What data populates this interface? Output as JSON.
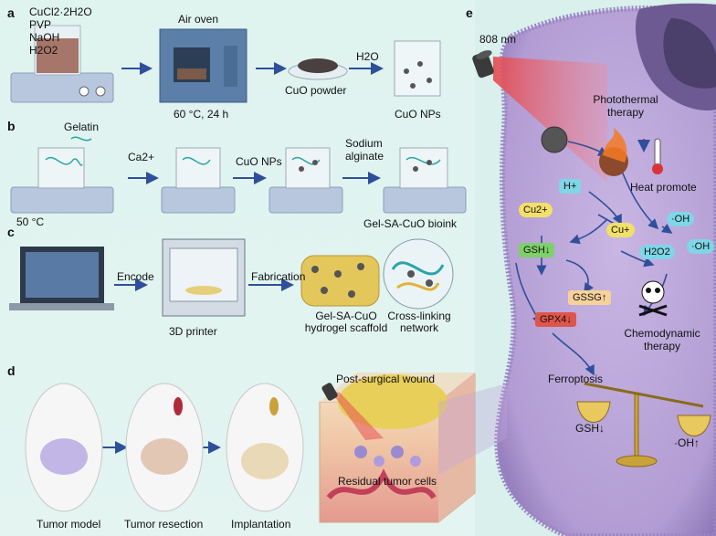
{
  "panels": {
    "a": {
      "letter": "a",
      "reagents": [
        "CuCl2·2H2O",
        "PVP",
        "NaOH",
        "H2O2"
      ],
      "oven_label": "Air oven",
      "oven_condition": "60 °C, 24 h",
      "powder_label": "CuO powder",
      "water_label": "H2O",
      "nps_label": "CuO NPs"
    },
    "b": {
      "letter": "b",
      "gelatin_label": "Gelatin",
      "ca_label": "Ca2+",
      "temp_label": "50 °C",
      "cuo_label": "CuO NPs",
      "alginate_label": "Sodium alginate",
      "bioink_label": "Gel-SA-CuO bioink"
    },
    "c": {
      "letter": "c",
      "encode_label": "Encode",
      "printer_label": "3D printer",
      "fabrication_label": "Fabrication",
      "scaffold_label": "Gel-SA-CuO hydrogel scaffold",
      "network_label": "Cross-linking network"
    },
    "d": {
      "letter": "d",
      "wound_label": "Post-surgical wound",
      "tumor_cells_label": "Residual tumor cells",
      "steps": [
        "Tumor model",
        "Tumor resection",
        "Implantation"
      ]
    },
    "e": {
      "letter": "e",
      "laser_label": "808 nm",
      "ptt_label": "Photothermal therapy",
      "h_label": "H+",
      "heat_label": "Heat promote",
      "cu2_label": "Cu2+",
      "cu1_label": "Cu+",
      "oh_label_1": "·OH",
      "oh_label_2": "·OH",
      "h2o2_label": "H2O2",
      "gsh_label": "GSH↓",
      "gssg_label": "GSSG↑",
      "gpx4_label": "GPX4↓",
      "cdt_label": "Chemodynamic therapy",
      "ferro_label": "Ferroptosis",
      "balance_left": "GSH↓",
      "balance_right": "·OH↑"
    }
  },
  "colors": {
    "background": "#d9f0ec",
    "cell": "#b9a3d6",
    "arrow": "#2f4f9a",
    "gsh": "#7fcf6a",
    "gssg": "#f6d29a",
    "gpx4": "#e0554b",
    "cu": "#f2e06a",
    "oh": "#7fd6e6"
  }
}
